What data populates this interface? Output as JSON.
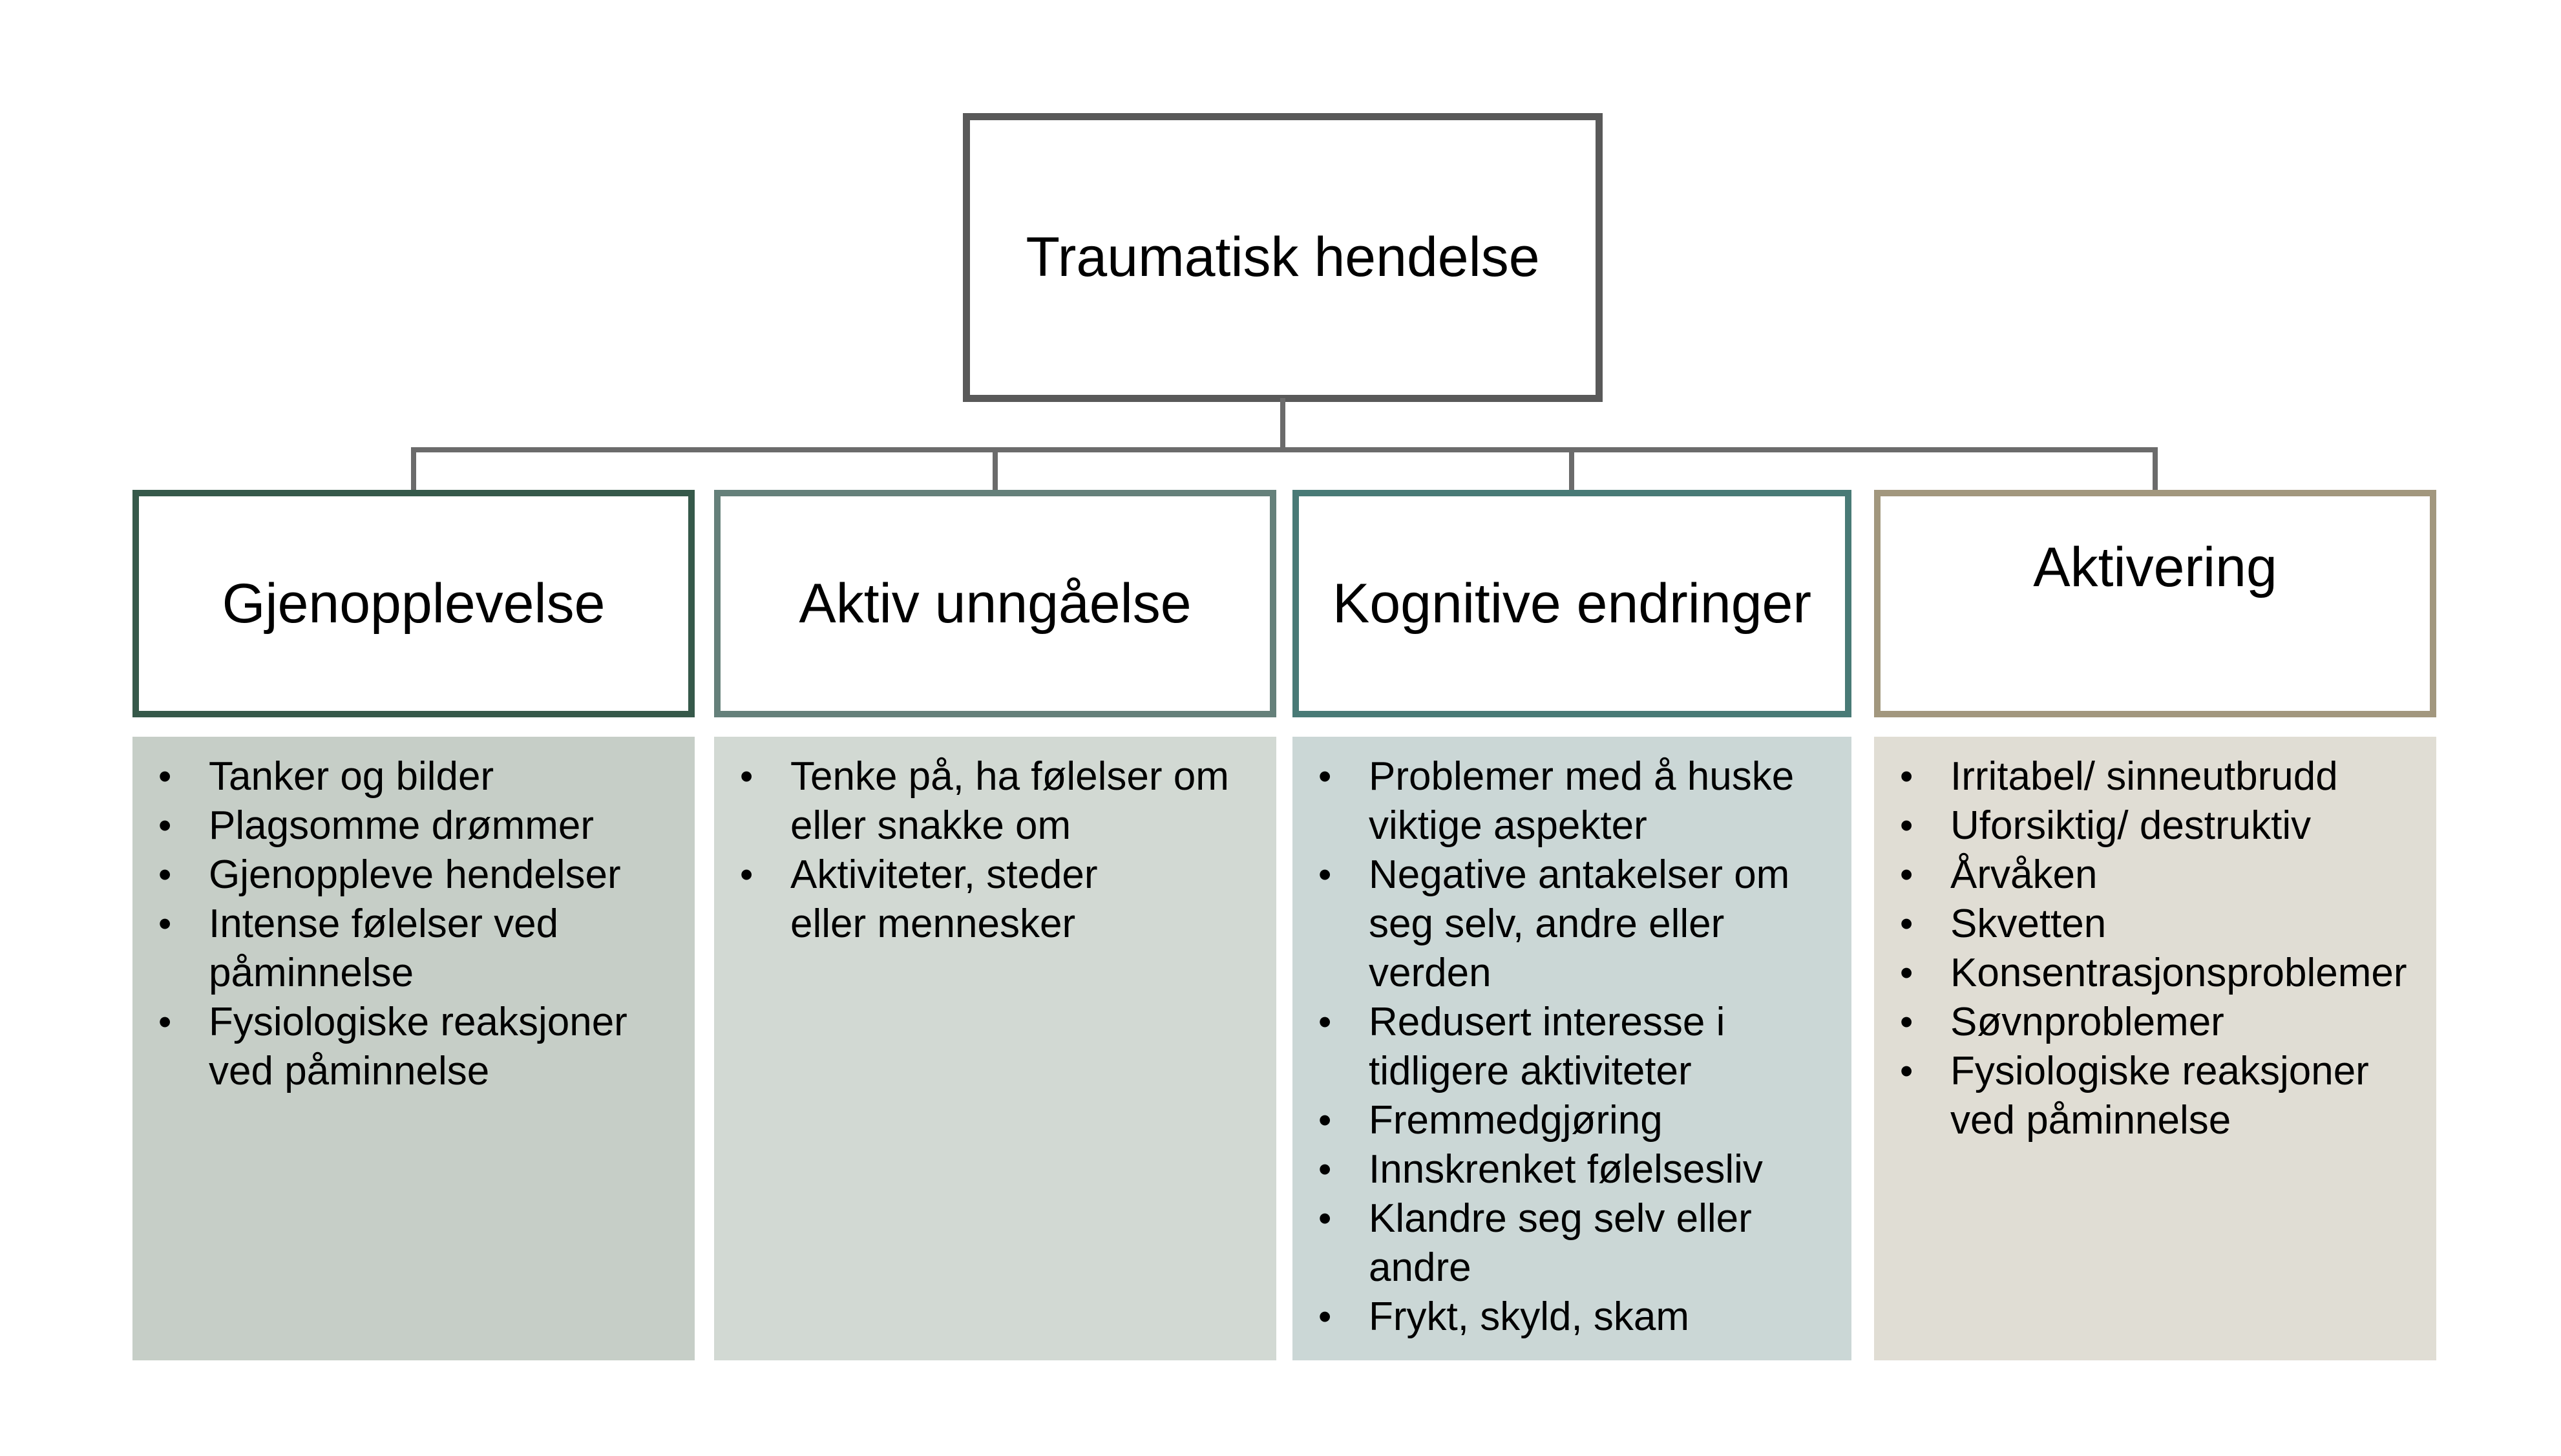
{
  "root": {
    "title": "Traumatisk hendelse"
  },
  "colors": {
    "root_border": "#595959",
    "connector": "#6B6B6B",
    "text": "#000000",
    "background": "#FFFFFF"
  },
  "columns": [
    {
      "title": "Gjenopplevelse",
      "border_color": "#36594A",
      "panel_color": "#C6CEC7",
      "items": [
        "Tanker og bilder",
        "Plagsomme drømmer",
        "Gjenoppleve hendelser",
        "Intense følelser ved\npåminnelse",
        "Fysiologiske reaksjoner\nved påminnelse"
      ]
    },
    {
      "title": "Aktiv unngåelse",
      "border_color": "#65807A",
      "panel_color": "#D2D9D3",
      "items": [
        "Tenke på, ha følelser om\neller snakke om",
        "Aktiviteter, steder\neller mennesker"
      ]
    },
    {
      "title": "Kognitive endringer",
      "border_color": "#497A76",
      "panel_color": "#CBD7D6",
      "items": [
        "Problemer med å huske\nviktige aspekter",
        "Negative antakelser om\nseg selv, andre eller\nverden",
        "Redusert interesse i\ntidligere aktiviteter",
        "Fremmedgjøring",
        "Innskrenket følelsesliv",
        "Klandre seg selv eller\nandre",
        "Frykt, skyld, skam"
      ]
    },
    {
      "title": "Aktivering",
      "border_color": "#A2977E",
      "panel_color": "#E0DDD4",
      "items": [
        "Irritabel/ sinneutbrudd",
        "Uforsiktig/ destruktiv",
        "Årvåken",
        "Skvetten",
        "Konsentrasjonsproblemer",
        "Søvnproblemer",
        "Fysiologiske reaksjoner\nved påminnelse"
      ]
    }
  ]
}
